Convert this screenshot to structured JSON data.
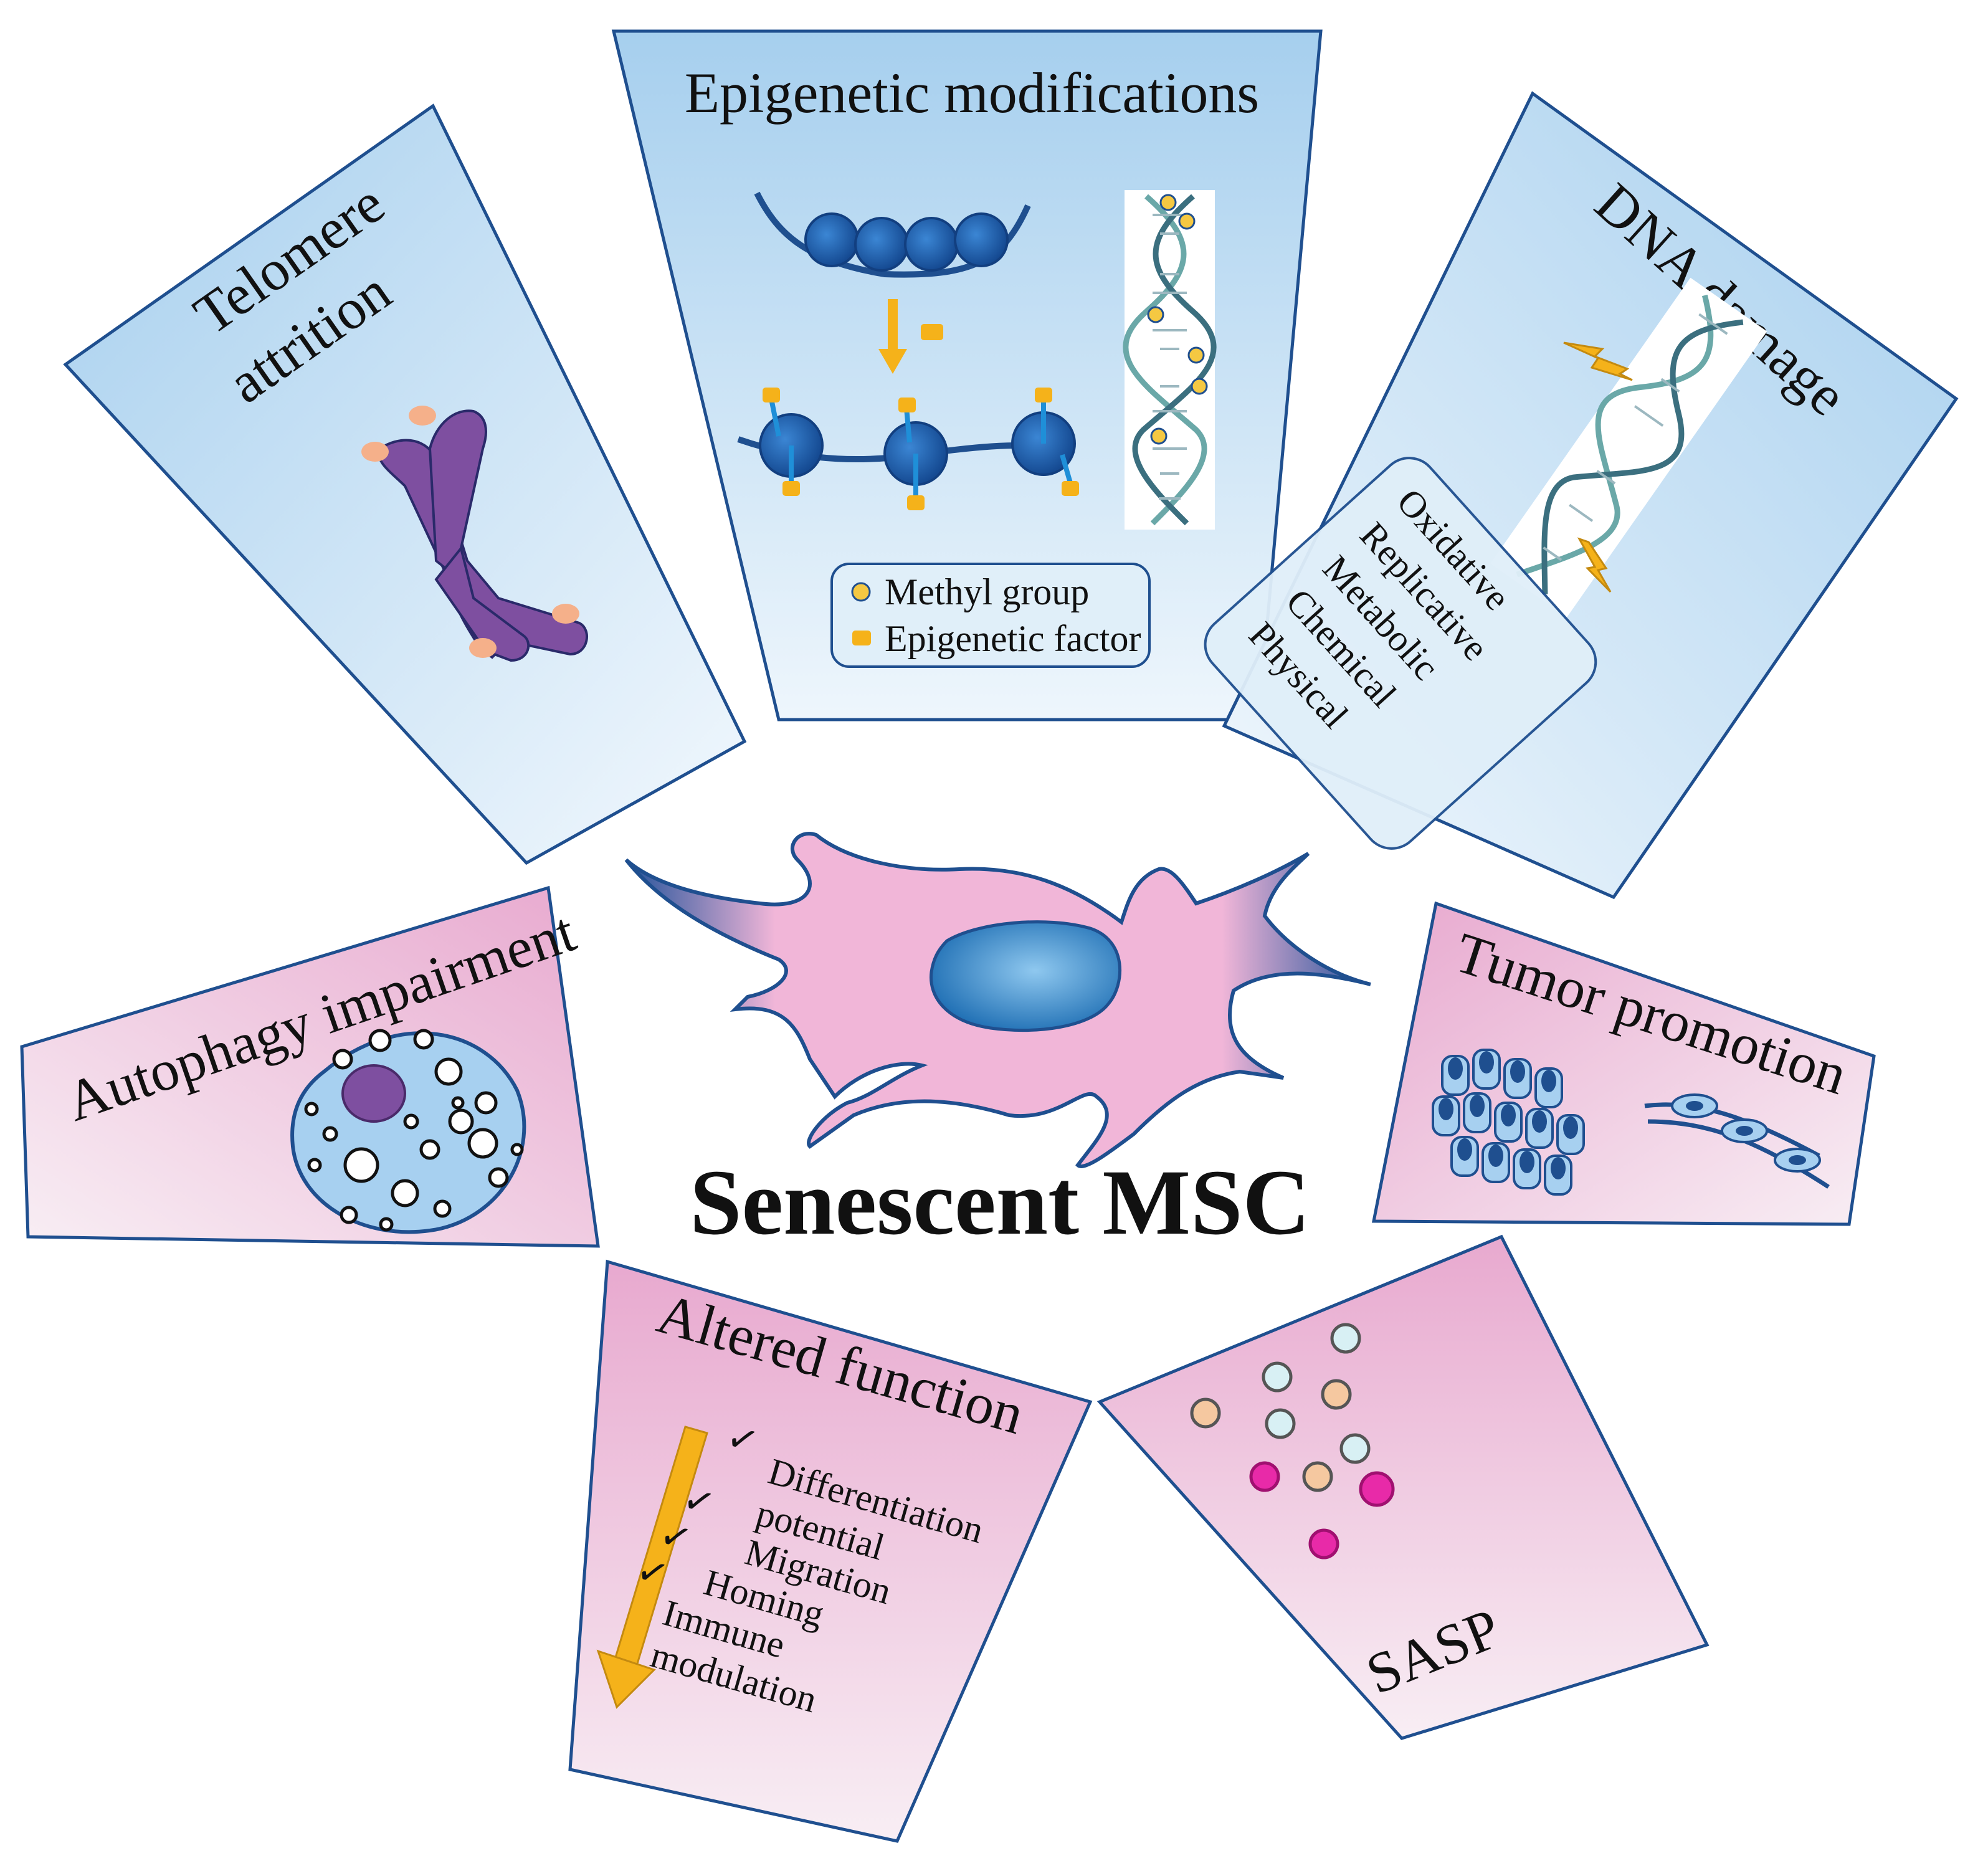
{
  "center": {
    "label": "Senescent MSC"
  },
  "panels": {
    "telomere": {
      "title_line1": "Telomere",
      "title_line2": "attrition"
    },
    "epigenetic": {
      "title": "Epigenetic modifications",
      "legend": [
        "Methyl group",
        "Epigenetic factor"
      ]
    },
    "dna": {
      "title": "DNA damage",
      "causes": [
        "Oxidative",
        "Replicative",
        "Metabolic",
        "Chemical",
        "Physical"
      ]
    },
    "autophagy": {
      "title": "Autophagy impairment"
    },
    "tumor": {
      "title": "Tumor promotion"
    },
    "altered": {
      "title": "Altered function",
      "items": [
        "Differentiation",
        "potential",
        "Migration",
        "Homing",
        "Immune",
        "modulation"
      ]
    },
    "sasp": {
      "title": "SASP"
    }
  },
  "colors": {
    "blue_panel": "#a9d2ef",
    "pink_panel": "#e8b4d5",
    "outline": "#1f4f8f",
    "arrow": "#f5b21a",
    "chromosome": "#7e4fa0",
    "cell_body": "#f1b6d8",
    "nucleus": "#2a86c8"
  }
}
